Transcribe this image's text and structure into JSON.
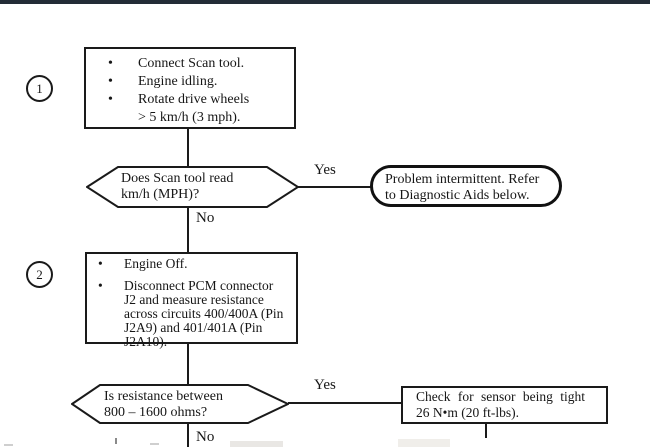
{
  "page": {
    "top_bar_color": "#232c36",
    "ink_color": "#1a1a1a",
    "background": "#ffffff"
  },
  "flowchart": {
    "step1": {
      "number": "1",
      "action_box": {
        "lines": [
          {
            "bullet": "•",
            "text": "Connect Scan tool."
          },
          {
            "bullet": "•",
            "text": "Engine idling."
          },
          {
            "bullet": "•",
            "text": "Rotate drive wheels"
          },
          {
            "bullet": "",
            "text": "> 5 km/h (3 mph)."
          }
        ]
      },
      "decision": {
        "line1": "Does Scan tool read",
        "line2": "km/h (MPH)?"
      },
      "yes_label": "Yes",
      "no_label": "No",
      "yes_result": {
        "line1": "Problem intermittent. Refer",
        "line2": "to Diagnostic Aids below."
      }
    },
    "step2": {
      "number": "2",
      "action_box": {
        "lines": [
          {
            "bullet": "•",
            "text": "Engine Off."
          },
          {
            "bullet": "•",
            "text": "Disconnect PCM connector"
          },
          {
            "bullet": "",
            "text": "J2 and measure resistance"
          },
          {
            "bullet": "",
            "text": "across circuits 400/400A (Pin"
          },
          {
            "bullet": "",
            "text": "J2A9) and 401/401A (Pin"
          },
          {
            "bullet": "",
            "text": "J2A10)."
          }
        ]
      },
      "decision": {
        "line1": "Is resistance between",
        "line2": "800 – 1600 ohms?"
      },
      "yes_label": "Yes",
      "no_label": "No",
      "yes_result": {
        "line1": "Check for sensor being tight",
        "line2": "26 N•m (20 ft-lbs)."
      }
    }
  }
}
